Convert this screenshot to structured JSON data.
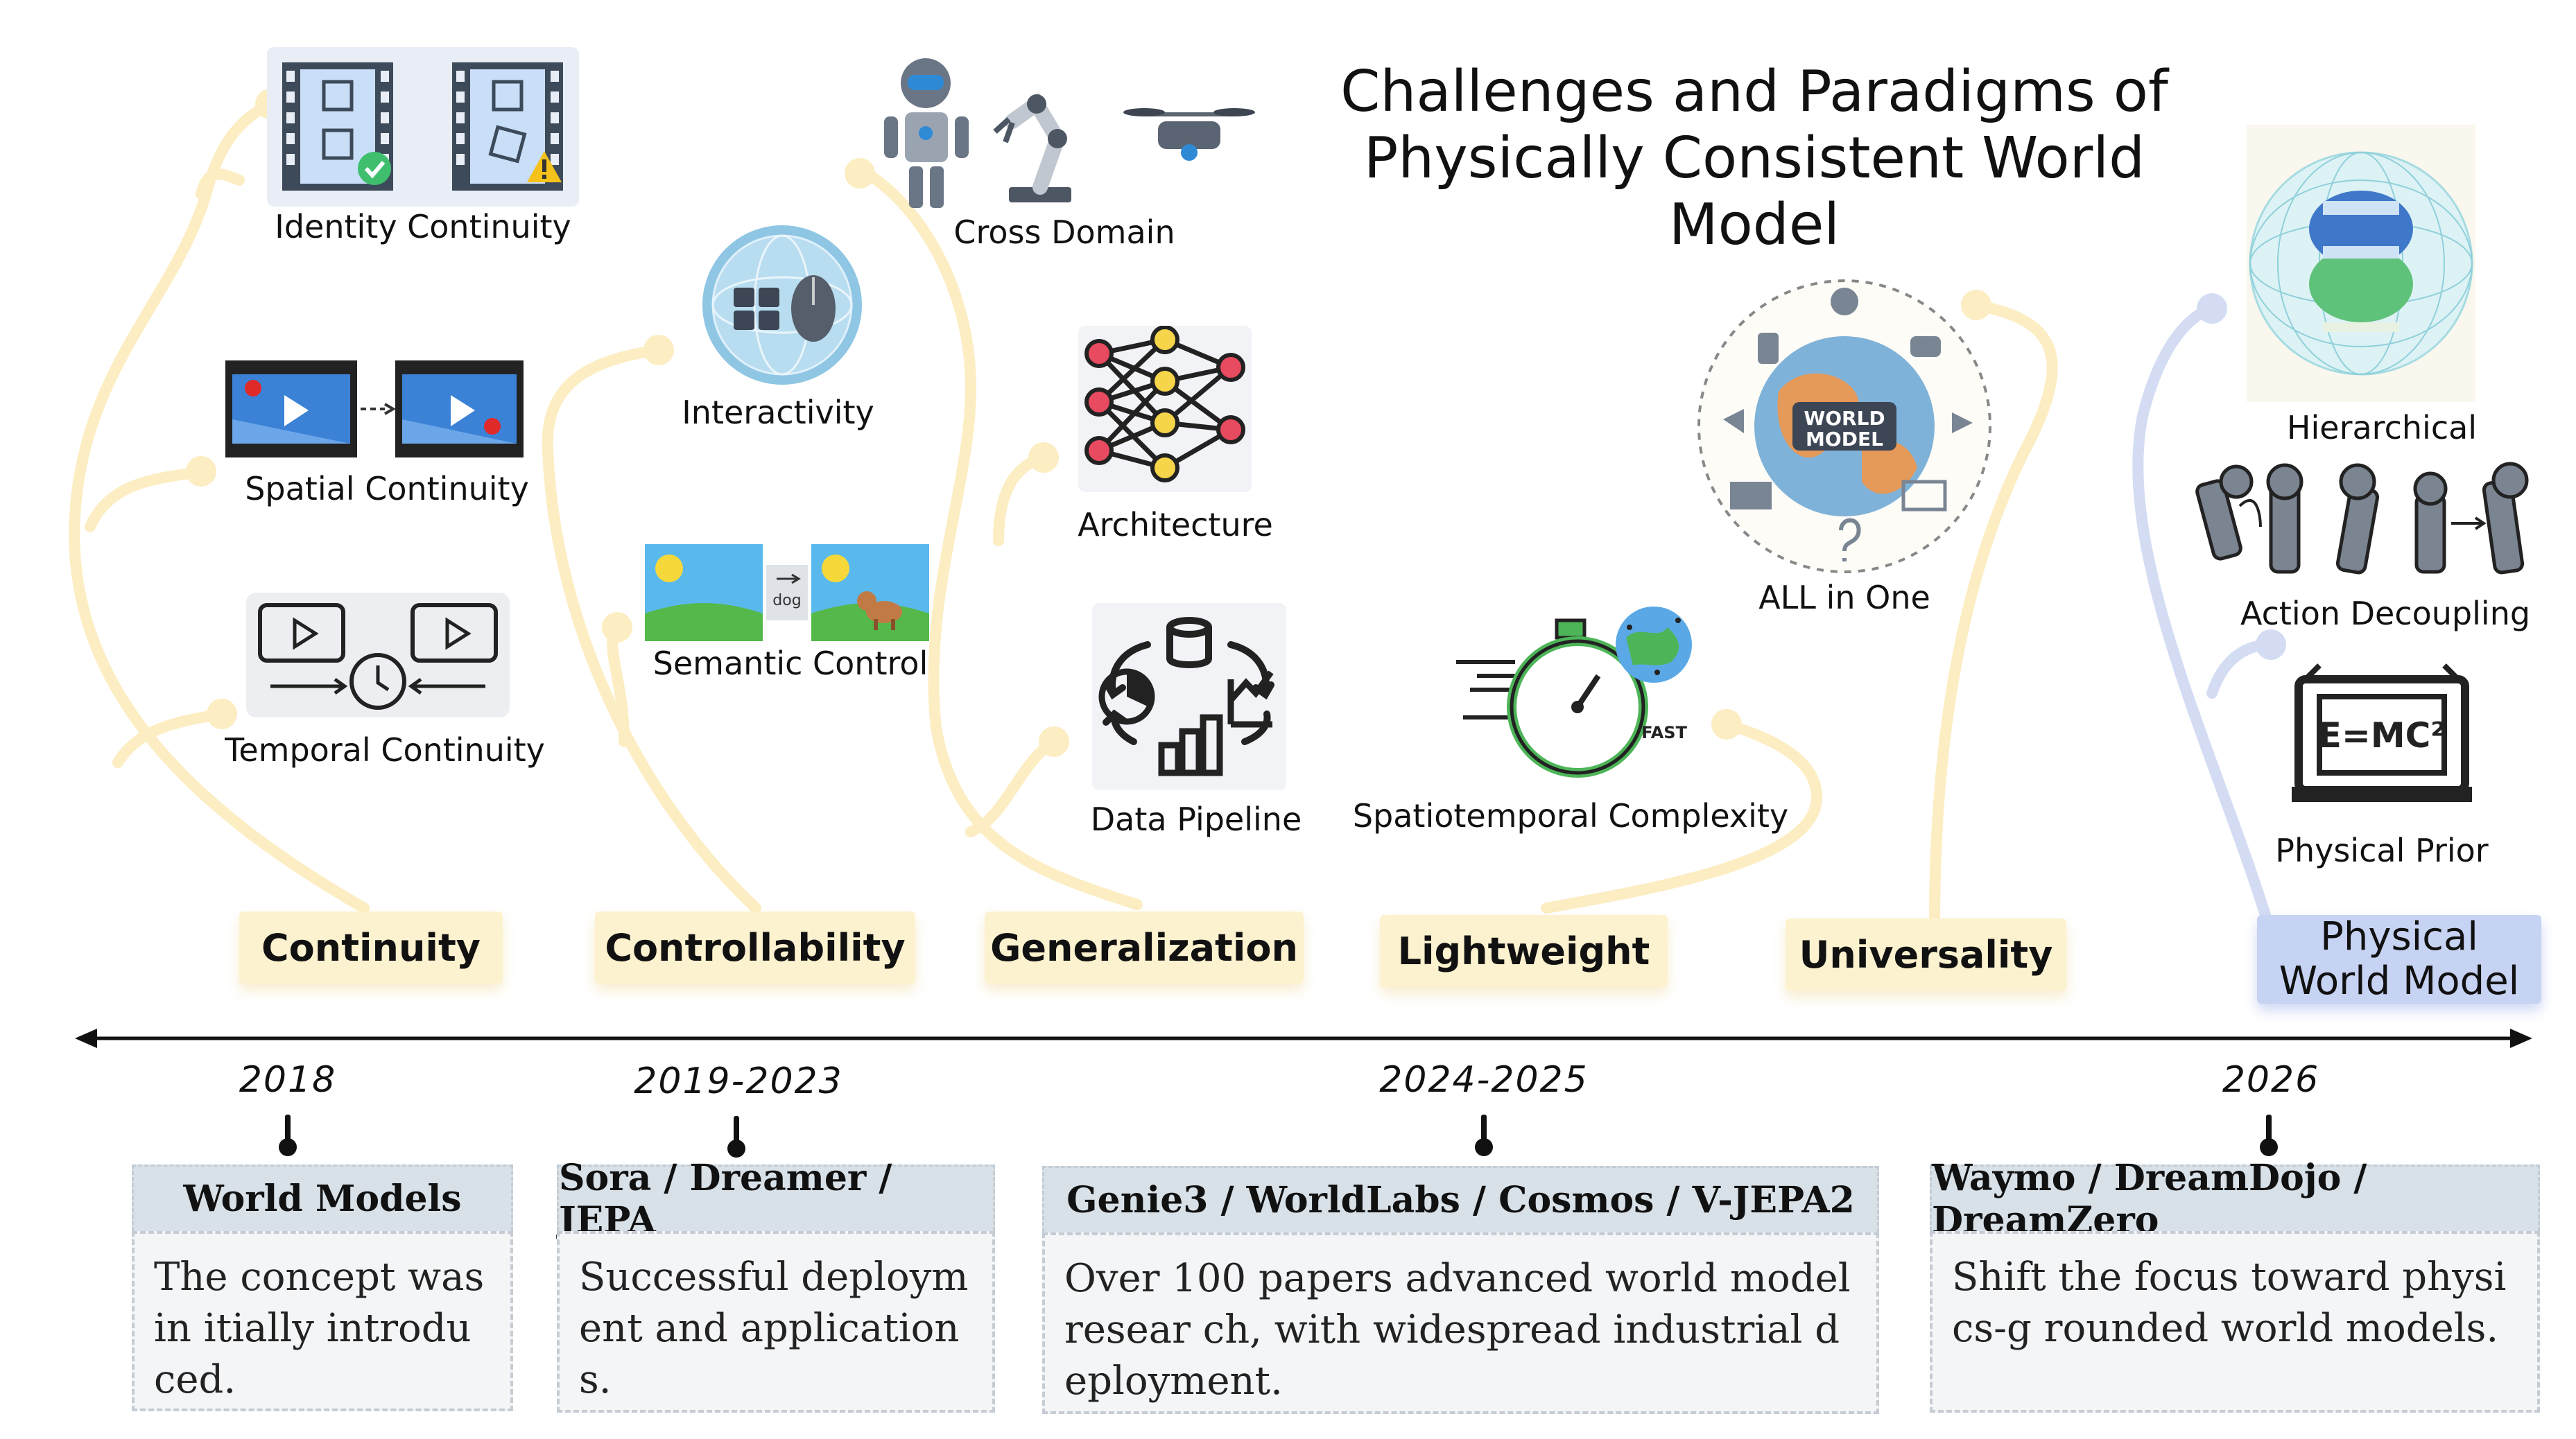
{
  "title": {
    "line1": "Challenges and Paradigms of",
    "line2": "Physically Consistent World Model"
  },
  "icon_labels": {
    "identity_continuity": "Identity Continuity",
    "spatial_continuity": "Spatial Continuity",
    "temporal_continuity": "Temporal Continuity",
    "interactivity": "Interactivity",
    "semantic_control": "Semantic Control",
    "semantic_control_word": "dog",
    "cross_domain": "Cross Domain",
    "architecture": "Architecture",
    "data_pipeline": "Data Pipeline",
    "spatiotemporal_complexity": "Spatiotemporal Complexity",
    "fast_word": "FAST",
    "all_in_one": "ALL in One",
    "world_model_globe_line1": "WORLD",
    "world_model_globe_line2": "MODEL",
    "hierarchical": "Hierarchical",
    "action_decoupling": "Action Decoupling",
    "physical_prior": "Physical Prior",
    "equation": "E=MC²"
  },
  "categories": {
    "continuity": "Continuity",
    "controllability": "Controllability",
    "generalization": "Generalization",
    "lightweight": "Lightweight",
    "universality": "Universality",
    "physical_line1": "Physical",
    "physical_line2": "World Model"
  },
  "timeline": [
    {
      "year": "2018",
      "head": "World Models",
      "body": "The concept was in itially introduced."
    },
    {
      "year": "2019-2023",
      "head": "Sora / Dreamer / JEPA",
      "body": "Successful deployment and applications."
    },
    {
      "year": "2024-2025",
      "head": "Genie3 / WorldLabs / Cosmos / V-JEPA2",
      "body": "Over 100 papers advanced world model resear ch, with widespread industrial deployment."
    },
    {
      "year": "2026",
      "head": "Waymo / DreamDojo / DreamZero",
      "body": "Shift the focus toward physics-g rounded world models."
    }
  ],
  "colors": {
    "curve_yellow": "#fcedc2",
    "curve_blue": "#d3dcf3",
    "category_fill": "#fdf2cf",
    "physical_fill": "#c7d3f3",
    "milestone_head": "#d8e0e8",
    "milestone_body": "#f3f5f7",
    "axis": "#111111"
  }
}
